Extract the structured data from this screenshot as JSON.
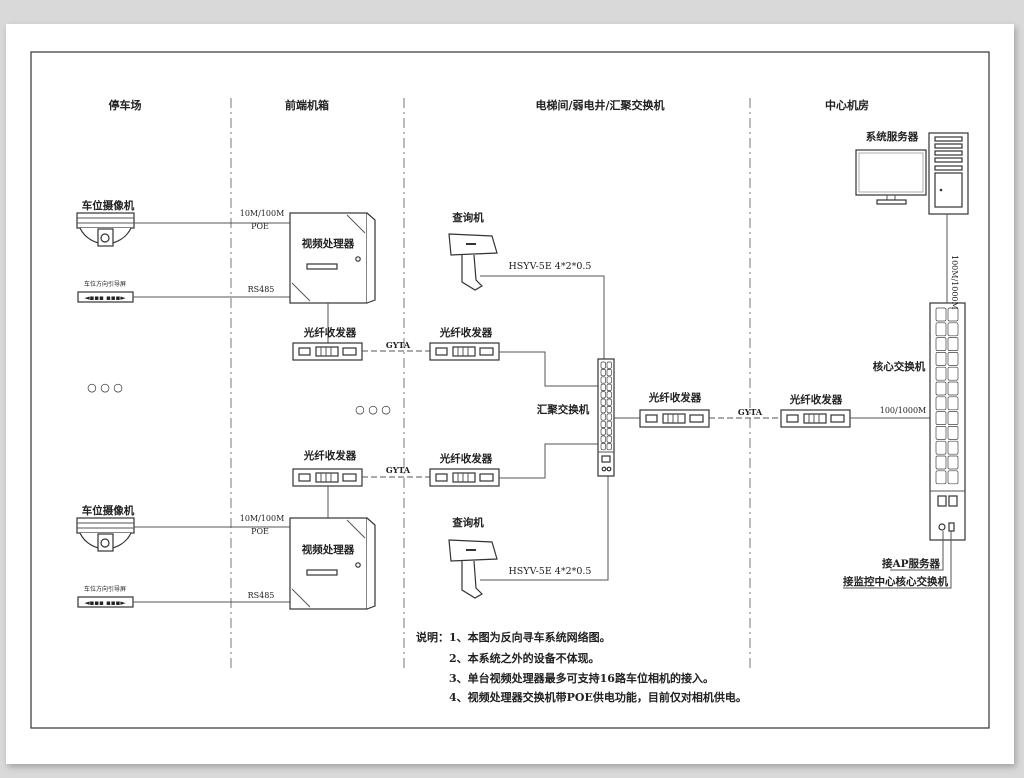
{
  "zones": [
    {
      "id": "parking",
      "title": "停车场"
    },
    {
      "id": "front-cabinet",
      "title": "前端机箱"
    },
    {
      "id": "elevator",
      "title": "电梯间/弱电井/汇聚交换机"
    },
    {
      "id": "center",
      "title": "中心机房"
    }
  ],
  "devices": {
    "camera_label": "车位摄像机",
    "guide_screen_label": "车位方向引导屏",
    "video_processor_label": "视频处理器",
    "fiber_transceiver_label": "光纤收发器",
    "query_terminal_label": "查询机",
    "aggregation_switch_label": "汇聚交换机",
    "core_switch_label": "核心交换机",
    "system_server_label": "系统服务器"
  },
  "links": {
    "camera_link": "10M/100M",
    "camera_poe": "POE",
    "rs485": "RS485",
    "fiber": "GYTA",
    "query_cable": "HSYV-5E 4*2*0.5",
    "core_uplink": "100/1000M",
    "server_link": "100M/1000M"
  },
  "core_switch_outputs": [
    "接AP服务器",
    "接监控中心核心交换机"
  ],
  "ellipsis": "○ ○ ○",
  "notes": {
    "prefix": "说明：",
    "items": [
      "1、本图为反向寻车系统网络图。",
      "2、本系统之外的设备不体现。",
      "3、单台视频处理器最多可支持16路车位相机的接入。",
      "4、视频处理器交换机带POE供电功能，目前仅对相机供电。"
    ]
  }
}
